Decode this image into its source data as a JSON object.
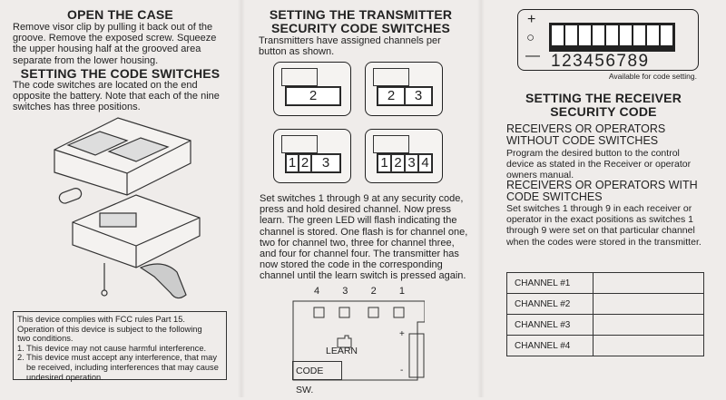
{
  "left": {
    "open_title": "OPEN THE CASE",
    "open_body": [
      "Remove visor clip by pulling it back out of the",
      "groove. Remove the exposed screw. Squeeze",
      "the upper housing half at the grooved area",
      "separate from the lower housing."
    ],
    "switch_title": "SETTING THE CODE SWITCHES",
    "switch_body": [
      "The code switches are located on the end",
      "opposite the battery. Note that each of the nine",
      "switches has three positions."
    ],
    "fcc": [
      "This device complies with FCC rules Part 15.",
      "Operation of this device is subject to the following",
      "two conditions.",
      "1. This device may not cause harmful interference.",
      "2. This device must accept any interference, that may be received, including interferences that may cause undesired operation."
    ]
  },
  "middle": {
    "title": [
      "SETTING THE TRANSMITTER",
      "SECURITY CODE SWITCHES"
    ],
    "intro": [
      "Transmitters have assigned channels per",
      "button as shown."
    ],
    "transmitters": [
      [
        "2"
      ],
      [
        "2",
        "3"
      ],
      [
        "1",
        "2",
        "3"
      ],
      [
        "1",
        "2",
        "3",
        "4"
      ]
    ],
    "body": [
      "Set switches 1 through 9 at any security code,",
      "press and hold desired channel. Now press",
      "learn. The green LED will flash indicating the",
      "channel is stored. One flash is for channel one,",
      "two for channel two, three for channel three,",
      "and four for channel four. The transmitter has",
      "now stored the code in the corresponding",
      "channel until the learn switch is pressed again."
    ],
    "board": {
      "buttons": [
        "4",
        "3",
        "2",
        "1"
      ],
      "learn": "LEARN",
      "code_sw": "CODE SW.",
      "plus": "+",
      "minus": "-"
    }
  },
  "right": {
    "dip": {
      "plus": "+",
      "circle": "○",
      "minus": "—",
      "numbers": "123456789"
    },
    "available": "Available for code setting.",
    "title": [
      "SETTING THE RECEIVER",
      "SECURITY CODE"
    ],
    "without_title": [
      "RECEIVERS OR OPERATORS",
      "WITHOUT CODE SWITCHES"
    ],
    "without_body": [
      "Program the desired button to the control",
      "device as stated in the Receiver or operator",
      "owners manual."
    ],
    "with_title": [
      "RECEIVERS OR OPERATORS WITH",
      "CODE SWITCHES"
    ],
    "with_body": [
      "Set switches 1 through 9 in each receiver or",
      "operator in the exact positions as switches 1",
      "through 9 were set on that particular channel",
      "when the codes were stored in the transmitter."
    ],
    "channels": [
      "CHANNEL #1",
      "CHANNEL #2",
      "CHANNEL #3",
      "CHANNEL #4"
    ]
  }
}
